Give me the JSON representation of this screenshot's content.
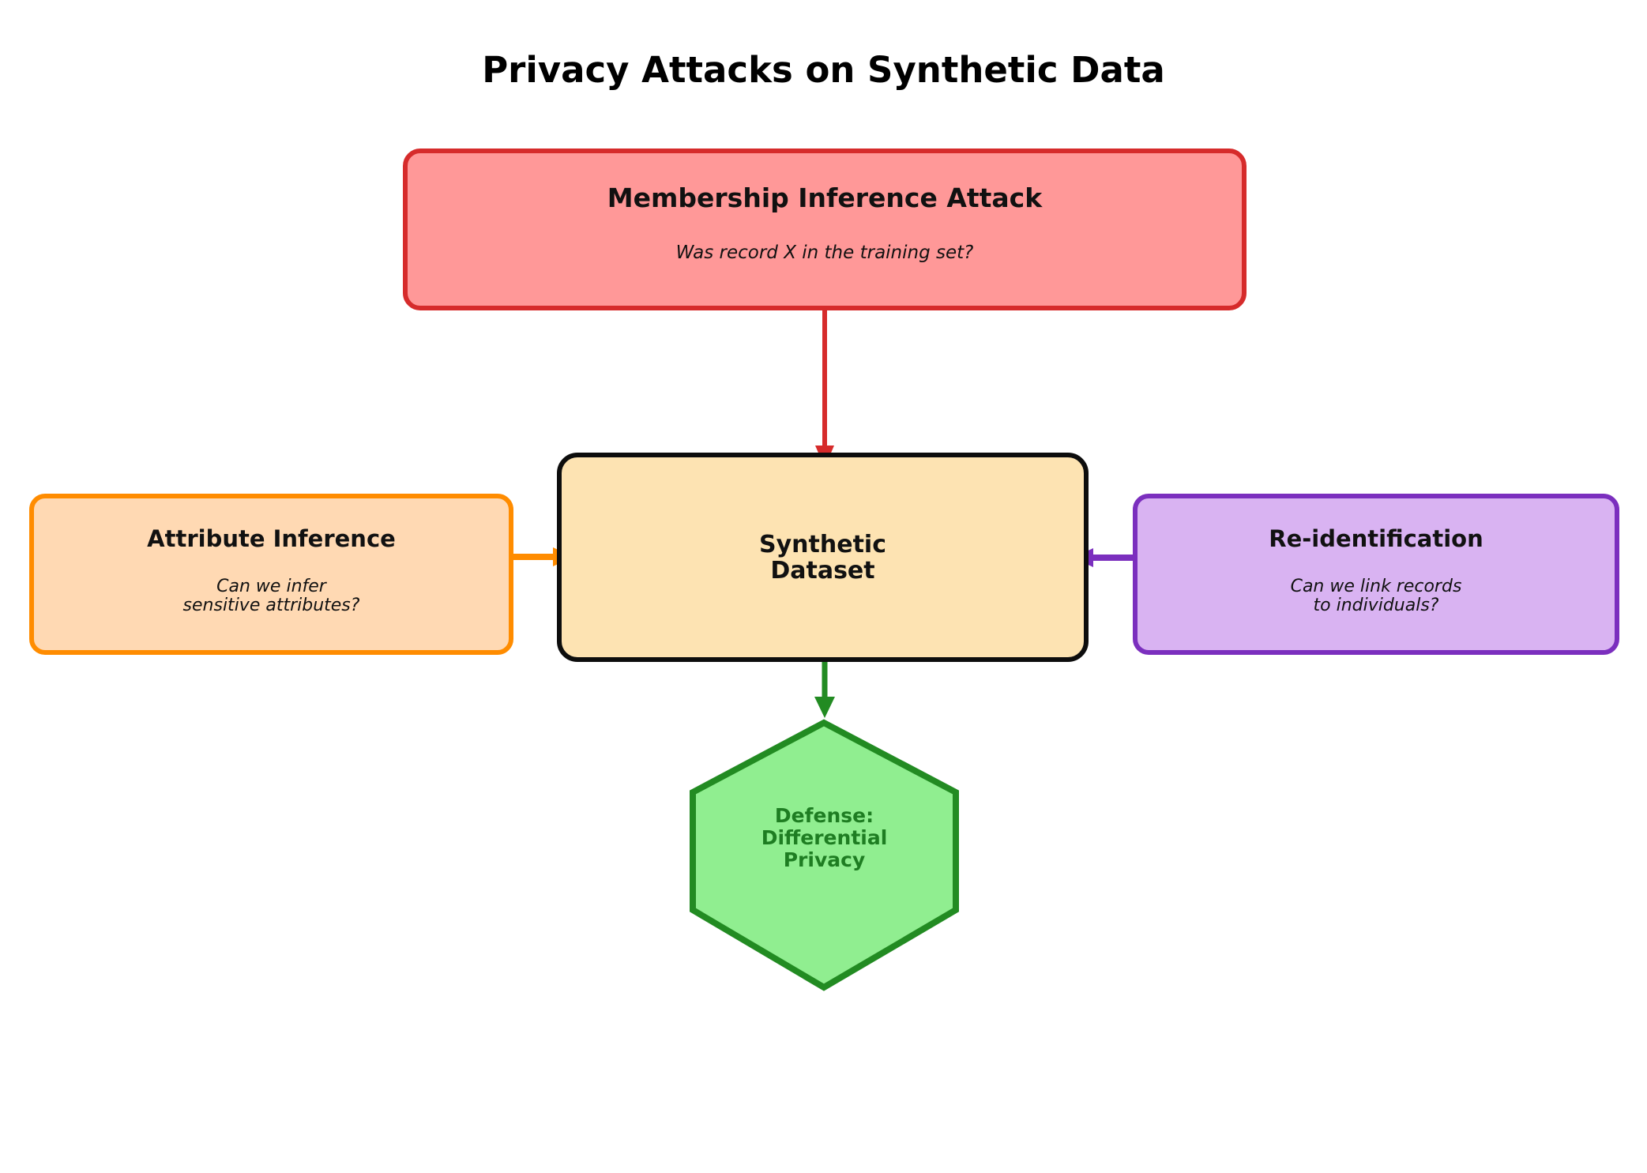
{
  "title": "Privacy Attacks on Synthetic Data",
  "nodes": {
    "membership_inference": {
      "title": "Membership Inference Attack",
      "subtitle": "Was record X in the training set?",
      "fill": "#ff9898",
      "border": "#d62b2b"
    },
    "attribute_inference": {
      "title": "Attribute Inference",
      "subtitle_lines": [
        "Can we infer",
        "sensitive attributes?"
      ],
      "fill": "#ffd9b3",
      "border": "#ff8c00"
    },
    "reidentification": {
      "title": "Re-identification",
      "subtitle_lines": [
        "Can we link records",
        "to individuals?"
      ],
      "fill": "#d9b3f2",
      "border": "#7b2fbe"
    },
    "synthetic_dataset": {
      "title_lines": [
        "Synthetic",
        "Dataset"
      ],
      "fill": "#fde3b2",
      "border": "#0d0d0d"
    },
    "defense": {
      "title_lines": [
        "Defense:",
        "Differential",
        "Privacy"
      ],
      "fill": "#90ee90",
      "border": "#228b22",
      "text_color": "#1e7d22"
    }
  },
  "arrow_colors": {
    "membership_to_dataset": "#d62b2b",
    "attribute_to_dataset": "#ff8c00",
    "reidentification_to_dataset": "#7b2fbe",
    "dataset_to_defense": "#228b22"
  }
}
